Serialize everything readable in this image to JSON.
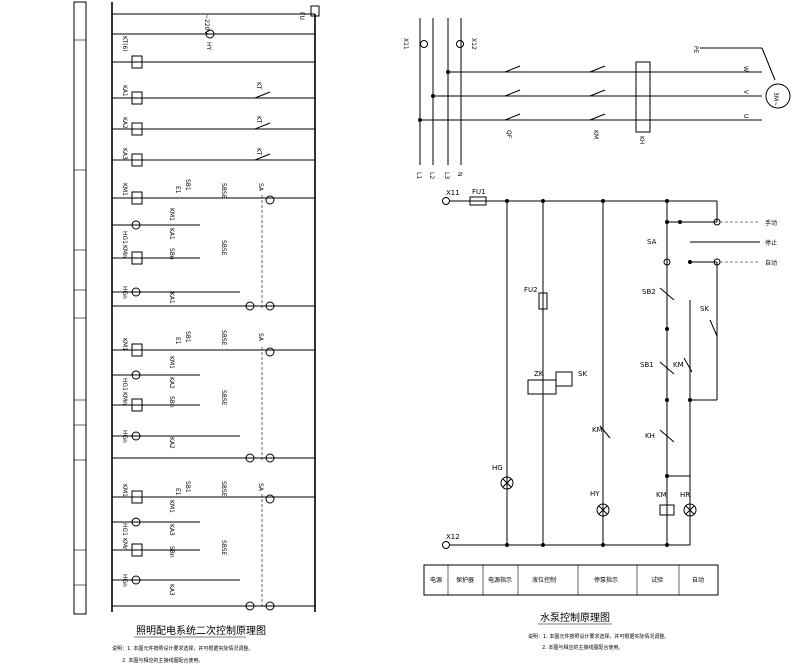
{
  "left": {
    "supply": "~220V",
    "supply_lamp": "HY",
    "fuse": "FU",
    "coils": [
      "KT(6)",
      "KA1",
      "KA2",
      "KA3"
    ],
    "timer_contacts": [
      "KT",
      "KT",
      "KT"
    ],
    "strip_blocks": [
      "KT",
      "KT",
      "KT"
    ],
    "contactor": "KM1",
    "contactor_n": "KMn",
    "lamp_1": "HG1",
    "lamp_n": "HGn",
    "start_btn": "SB1",
    "start_btn_e": "E1",
    "start_btn_n": "SBn",
    "stop_btn": "SBSE",
    "switch": "SA",
    "aux_relays": [
      "KA1",
      "KA2",
      "KA3"
    ],
    "title": "照明配电系统二次控制原理图",
    "notes": [
      "说明：1. 本图元件按照设计要求选择，并可根据实际情况调整。",
      "2. 本图与相应的主接线图配合使用。"
    ]
  },
  "right_power": {
    "breakers": [
      "X11",
      "X12"
    ],
    "phases": [
      "L1",
      "L2",
      "L3",
      "N"
    ],
    "qf": "QF",
    "km": "KM",
    "kh": "KH",
    "pe": "PE",
    "motor": "3M~",
    "terminals": [
      "W",
      "V",
      "U"
    ]
  },
  "right_control": {
    "in_terminal": "X11",
    "out_terminal": "X12",
    "fuse": "FU1",
    "fuse2": "FU2",
    "zk": "ZK",
    "sk": "SK",
    "sa": "SA",
    "sb2": "SB2",
    "sb1": "SB1",
    "km": "KM",
    "kh": "KH",
    "hg": "HG",
    "hy": "HY",
    "hr": "HR",
    "modes": [
      "手动",
      "停止",
      "自动"
    ],
    "legend": [
      "电源",
      "保护器",
      "电源指示",
      "液位控制",
      "停泵指示",
      "试验",
      "自动"
    ],
    "title": "水泵控制原理图",
    "notes": [
      "说明：1. 本图元件按照设计要求选择，并可根据实际情况调整。",
      "2. 本图与相应的主接线图配合使用。"
    ]
  }
}
